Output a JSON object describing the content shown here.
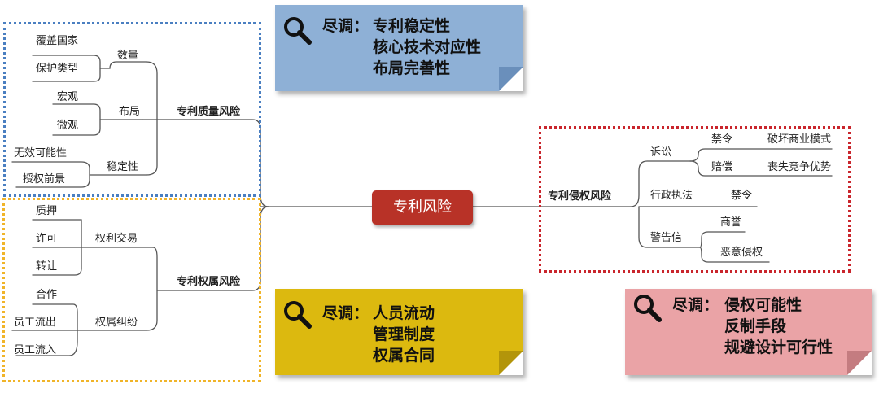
{
  "center": {
    "label": "专利风险"
  },
  "quality": {
    "title": "专利质量风险",
    "groups": [
      {
        "label": "数量",
        "items": [
          "覆盖国家",
          "保护类型"
        ]
      },
      {
        "label": "布局",
        "items": [
          "宏观",
          "微观"
        ]
      },
      {
        "label": "稳定性",
        "items": [
          "无效可能性",
          "授权前景"
        ]
      }
    ]
  },
  "ownership": {
    "title": "专利权属风险",
    "groups": [
      {
        "label": "权利交易",
        "items": [
          "质押",
          "许可",
          "转让"
        ]
      },
      {
        "label": "权属纠纷",
        "items": [
          "合作",
          "员工流出",
          "员工流入"
        ]
      }
    ]
  },
  "infringement": {
    "title": "专利侵权风险",
    "litigation": {
      "label": "诉讼",
      "items": [
        {
          "label": "禁令",
          "effect": "破坏商业模式"
        },
        {
          "label": "赔偿",
          "effect": "丧失竞争优势"
        }
      ]
    },
    "admin": {
      "label": "行政执法",
      "item": "禁令"
    },
    "warning": {
      "label": "警告信",
      "items": [
        "商誉",
        "恶意侵权"
      ]
    }
  },
  "notes": {
    "blue": {
      "prefix": "尽调：",
      "lines": [
        "专利稳定性",
        "核心技术对应性",
        "布局完善性"
      ],
      "color": "#8eb0d6"
    },
    "yellow": {
      "prefix": "尽调：",
      "lines": [
        "人员流动",
        "管理制度",
        "权属合同"
      ],
      "color": "#dcb90f"
    },
    "pink": {
      "prefix": "尽调：",
      "lines": [
        "侵权可能性",
        "反制手段",
        "规避设计可行性"
      ],
      "color": "#eaa3a6"
    }
  }
}
